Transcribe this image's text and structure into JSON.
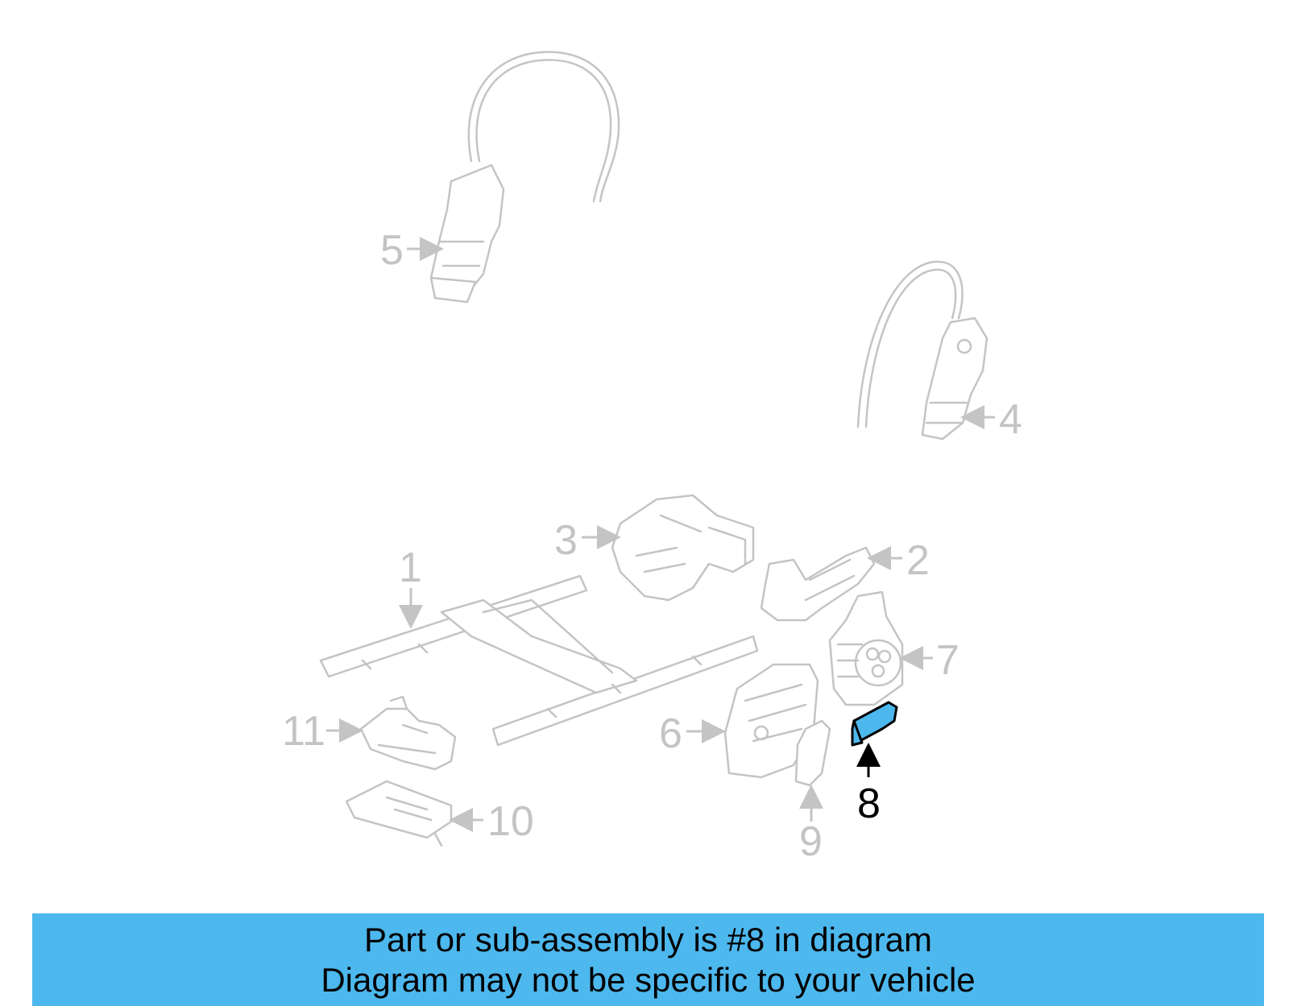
{
  "callouts": [
    {
      "id": "1",
      "label": "1"
    },
    {
      "id": "2",
      "label": "2"
    },
    {
      "id": "3",
      "label": "3"
    },
    {
      "id": "4",
      "label": "4"
    },
    {
      "id": "5",
      "label": "5"
    },
    {
      "id": "6",
      "label": "6"
    },
    {
      "id": "7",
      "label": "7"
    },
    {
      "id": "8",
      "label": "8"
    },
    {
      "id": "9",
      "label": "9"
    },
    {
      "id": "10",
      "label": "10"
    },
    {
      "id": "11",
      "label": "11"
    }
  ],
  "highlighted_part": "8",
  "colors": {
    "highlight": "#4db8ee",
    "faded": "#c4c4c4",
    "banner": "#4db8ee"
  },
  "banner": {
    "line1": "Part or sub-assembly is #8 in diagram",
    "line2": "Diagram may not be specific to your vehicle"
  }
}
